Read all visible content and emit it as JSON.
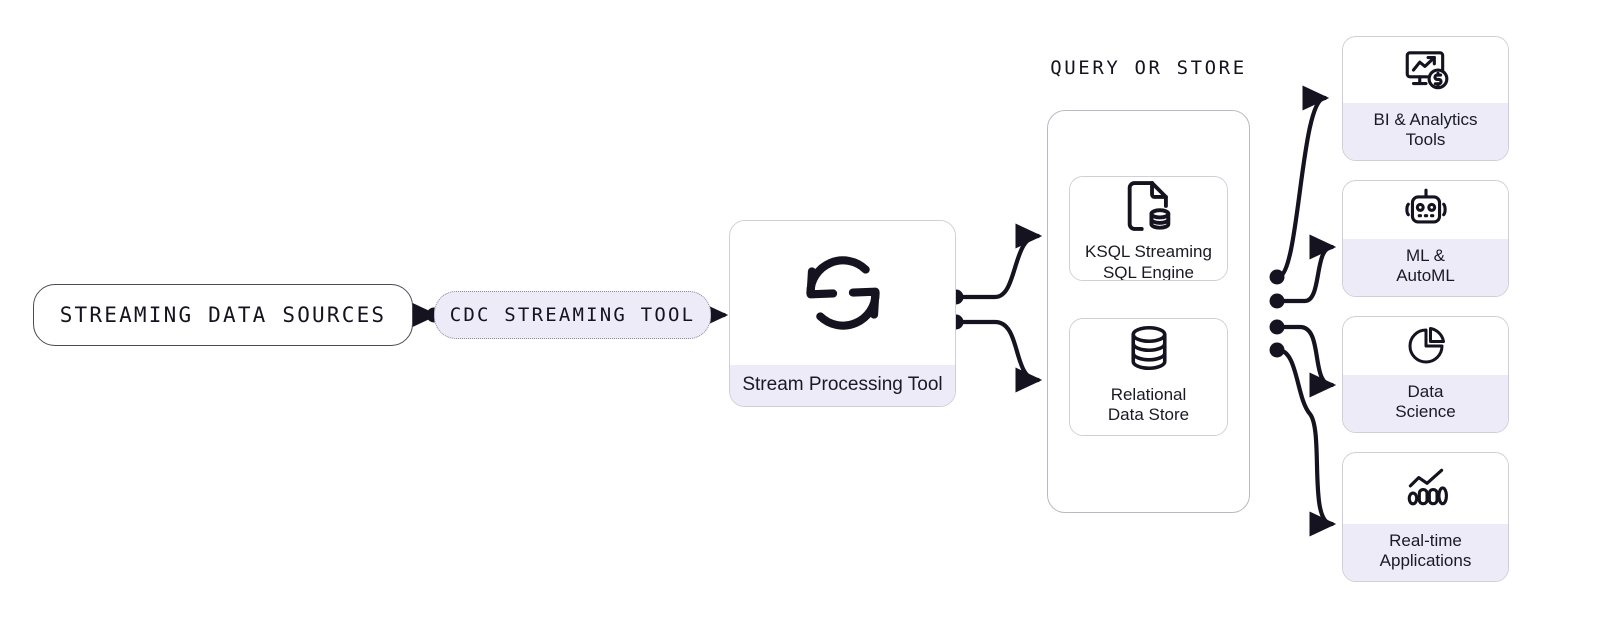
{
  "diagram": {
    "title_hidden": "Streaming data pipeline architecture",
    "colors": {
      "lavender": "#ECEBF7",
      "card_border": "#CFCFD8",
      "group_border": "#B9B9C3",
      "line": "#15131F",
      "pill_border": "#4B4B55",
      "dotted_border": "#8A86A8"
    }
  },
  "sources": {
    "label": "STREAMING DATA SOURCES"
  },
  "cdc": {
    "label": "CDC STREAMING TOOL"
  },
  "stream_processing": {
    "label": "Stream Processing Tool",
    "icon": "refresh-sync-icon"
  },
  "query_or_store": {
    "title": "QUERY OR STORE",
    "items": [
      {
        "label": "KSQL Streaming\nSQL Engine",
        "line1": "KSQL Streaming",
        "line2": "SQL Engine",
        "icon": "document-database-icon"
      },
      {
        "label": "Relational\nData Store",
        "line1": "Relational",
        "line2": "Data Store",
        "icon": "database-cylinder-icon"
      }
    ]
  },
  "consumers": [
    {
      "line1": "BI & Analytics",
      "line2": "Tools",
      "icon": "monitor-trend-dollar-icon"
    },
    {
      "line1": "ML &",
      "line2": "AutoML",
      "icon": "robot-head-icon"
    },
    {
      "line1": "Data",
      "line2": "Science",
      "icon": "pie-chart-icon"
    },
    {
      "line1": "Real-time",
      "line2": "Applications",
      "icon": "bar-chart-trend-icon"
    }
  ]
}
